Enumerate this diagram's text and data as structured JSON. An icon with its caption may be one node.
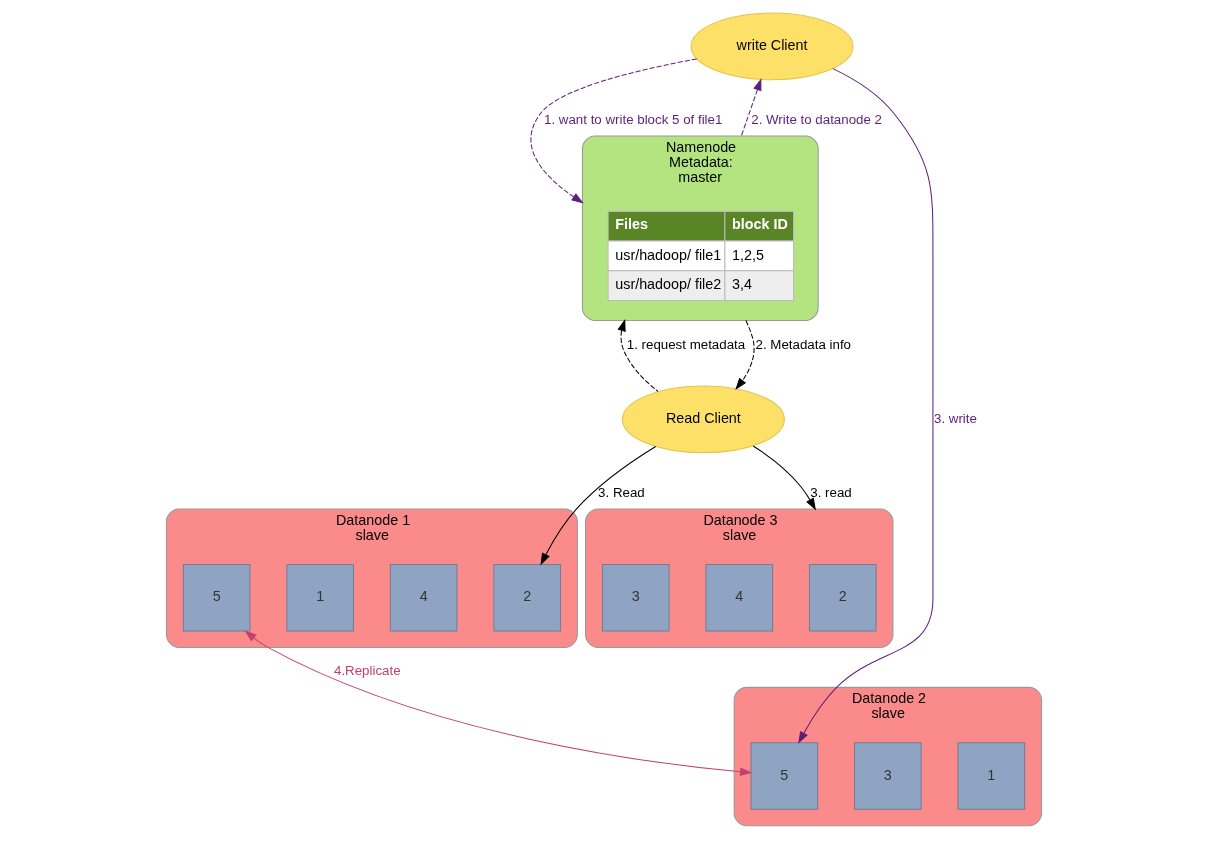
{
  "diagram": {
    "nodes": [
      {
        "text": [
          "Namenode",
          "Metadata:",
          "master"
        ]
      },
      {
        "text": [
          "Files",
          "block ID",
          "usr/hadoop/ file1",
          "1,2,5",
          "usr/hadoop/ file2",
          "3,4"
        ],
        "in": 0
      },
      {
        "text": [
          "write Client"
        ]
      },
      {
        "text": [
          "Read Client"
        ]
      },
      {
        "text": [
          "Datanode 1",
          "slave"
        ]
      },
      {
        "text": [
          "2"
        ],
        "in": 4
      },
      {
        "text": [
          "4"
        ],
        "in": 4
      },
      {
        "text": [
          "1"
        ],
        "in": 4
      },
      {
        "text": [
          "5"
        ],
        "in": 4
      },
      {
        "text": [
          "Datanode 2",
          "slave"
        ]
      },
      {
        "text": [
          "1"
        ],
        "in": 9
      },
      {
        "text": [
          "3"
        ],
        "in": 9
      },
      {
        "text": [
          "5"
        ],
        "in": 9
      },
      {
        "text": [
          "Datanode 3",
          "slave"
        ]
      },
      {
        "text": [
          "2"
        ],
        "in": 13
      },
      {
        "text": [
          "4"
        ],
        "in": 13
      },
      {
        "text": [
          "3"
        ],
        "in": 13
      }
    ],
    "edges": [
      {
        "from": 2,
        "to": 0,
        "arrow": "to",
        "label": "1. want to write block 5 of file1",
        "style": "dashed",
        "color": "#5e1f7a"
      },
      {
        "from": 0,
        "to": 2,
        "arrow": "to",
        "label": "2. Write to datanode 2",
        "style": "dashed",
        "color": "#5e1f7a"
      },
      {
        "from": 2,
        "to": 12,
        "arrow": "to",
        "label": "3. write",
        "color": "#5e1f7a"
      },
      {
        "from": 3,
        "to": 0,
        "arrow": "to",
        "label": "1. request metadata",
        "style": "dashed"
      },
      {
        "from": 0,
        "to": 3,
        "arrow": "to",
        "label": "2. Metadata info",
        "style": "dashed"
      },
      {
        "from": 3,
        "to": 5,
        "arrow": "to",
        "label": "3. Read"
      },
      {
        "from": 3,
        "to": 13,
        "arrow": "to",
        "label": "3. read"
      },
      {
        "from": 8,
        "to": 12,
        "arrow": "both",
        "label": "4.Replicate",
        "color": "#c2406e"
      }
    ]
  }
}
